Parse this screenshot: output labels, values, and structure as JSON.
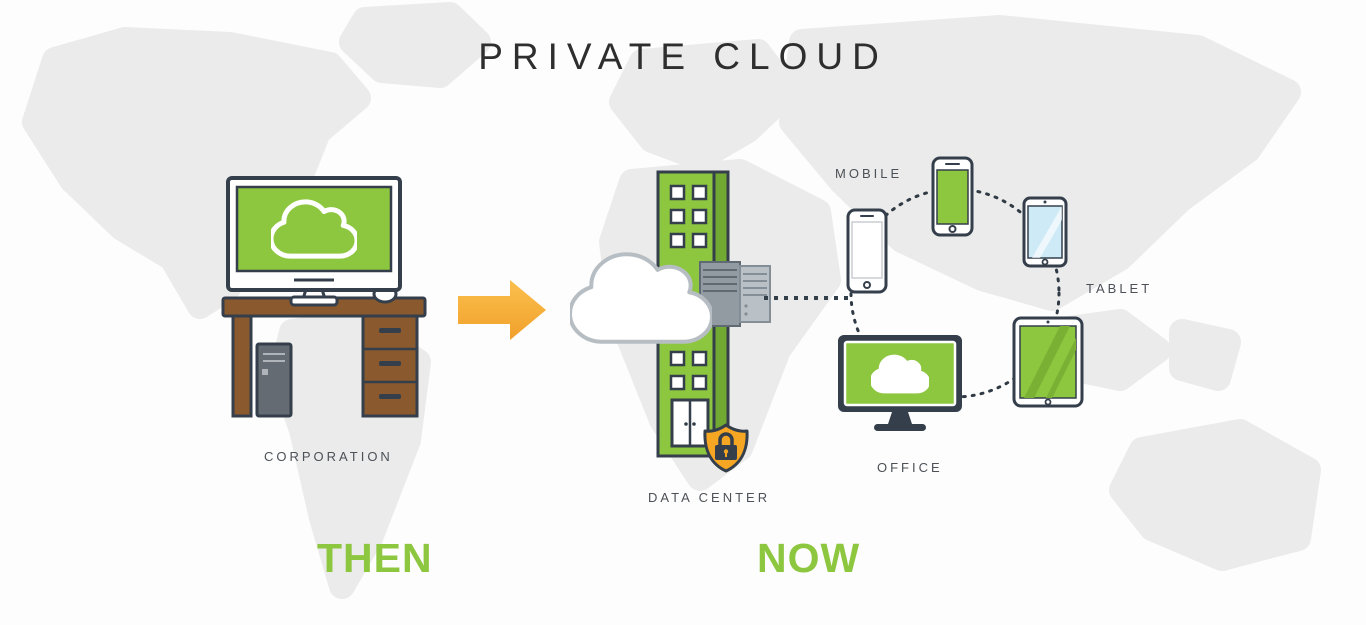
{
  "title": "PRIVATE CLOUD",
  "then": {
    "era_label": "THEN",
    "corporation_label": "CORPORATION"
  },
  "now": {
    "era_label": "NOW",
    "data_center_label": "DATA CENTER",
    "mobile_label": "MOBILE",
    "tablet_label": "TABLET",
    "office_label": "OFFICE"
  },
  "icons": {
    "then_monitor_screen": "cloud-icon",
    "transition": "arrow-right-icon",
    "data_center_front": "cloud-servers-icon",
    "security": "shield-lock-icon",
    "office_monitor_screen": "cloud-icon"
  },
  "colors": {
    "accent_green": "#8dc63f",
    "dark_green_stripe": "#72a933",
    "outline_dark": "#343f4b",
    "arrow_yellow": "#f9b233",
    "desk_brown": "#8a5a2e",
    "map_gray": "#ebebeb",
    "cloud_outline_gray": "#b6bec4",
    "tablet_screen_blue": "#cdeaf6"
  }
}
